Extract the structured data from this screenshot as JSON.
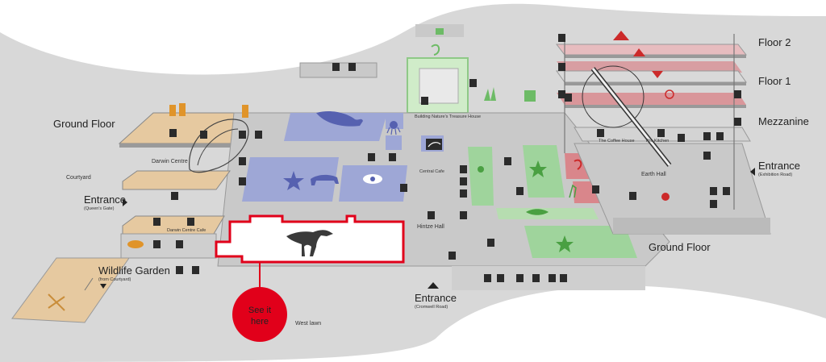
{
  "labels": {
    "ground_floor_left": "Ground Floor",
    "darwin_centre": "Darwin Centre",
    "courtyard": "Courtyard",
    "entrance_queens": "Entrance",
    "entrance_queens_sub": "(Queen's Gate)",
    "darwin_centre_cafe": "Darwin Centre Cafe",
    "wildlife_garden": "Wildlife Garden",
    "wildlife_garden_sub": "(from Courtyard)",
    "see_it_here_1": "See it",
    "see_it_here_2": "here",
    "west_lawn": "West lawn",
    "hintze_hall": "Hintze Hall",
    "central_cafe": "Central Cafe",
    "entrance_cromwell": "Entrance",
    "entrance_cromwell_sub": "(Cromwell Road)",
    "building_natures_treasure_house": "Building Nature's Treasure House",
    "the_coffee_house": "The Coffee House",
    "the_kitchen": "The Kitchen",
    "earth_hall": "Earth Hall",
    "floor_2": "Floor 2",
    "floor_1": "Floor 1",
    "mezzanine": "Mezzanine",
    "entrance_exhibition": "Entrance",
    "entrance_exhibition_sub": "(Exhibition Road)",
    "ground_floor_right": "Ground Floor"
  },
  "colors": {
    "background": "#d8d8d8",
    "floor_grey": "#c9c9c9",
    "orange_zone": "#e6c9a0",
    "blue_zone": "#9ea7d6",
    "green_zone": "#9fd49c",
    "red_zone": "#d9868b",
    "highlight_red": "#e1001a",
    "icon_dark": "#2b2b2b",
    "dino_dark": "#3a3a3a"
  },
  "highlight": {
    "exhibit_icon": "dinosaur-icon"
  }
}
